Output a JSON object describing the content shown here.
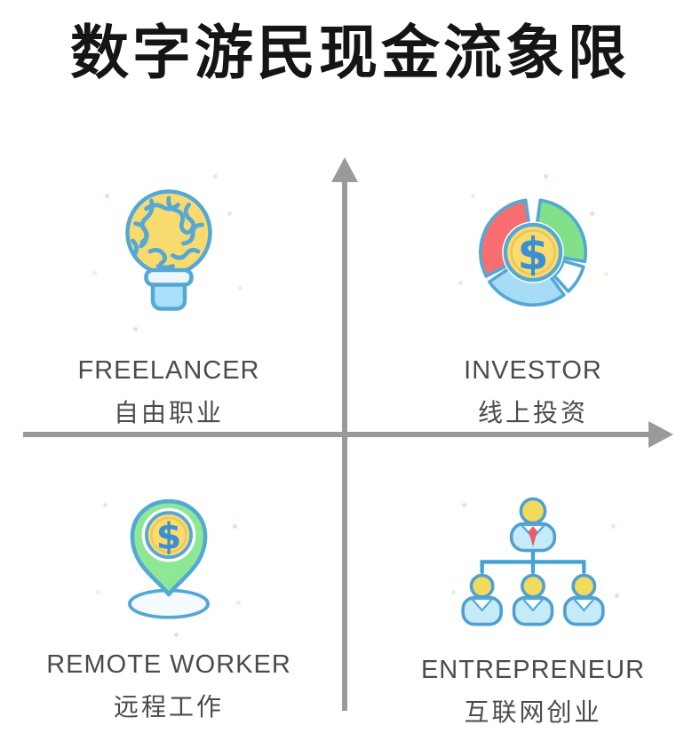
{
  "title": "数字游民现金流象限",
  "axes": {
    "vertical": {
      "direction": "up"
    },
    "horizontal": {
      "direction": "right"
    },
    "color": "#9a9a9a"
  },
  "quadrants": [
    {
      "position": "top-left",
      "icon": "brain-bulb-icon",
      "label_en": "FREELANCER",
      "label_zh": "自由职业"
    },
    {
      "position": "top-right",
      "icon": "pie-chart-dollar-icon",
      "label_en": "INVESTOR",
      "label_zh": "线上投资"
    },
    {
      "position": "bottom-left",
      "icon": "location-pin-dollar-icon",
      "label_en": "REMOTE WORKER",
      "label_zh": "远程工作"
    },
    {
      "position": "bottom-right",
      "icon": "org-chart-people-icon",
      "label_en": "ENTREPRENEUR",
      "label_zh": "互联网创业"
    }
  ],
  "icons": {
    "dollar_sign": "$"
  },
  "colors": {
    "title_text": "#151515",
    "axis_gray": "#9a9a9a",
    "label_text": "#4b4b4b",
    "icon_outline_blue": "#55a8d6",
    "coin_yellow": "#fbdb6c",
    "dollar_blue": "#3b8fd4",
    "pie_red": "#f76e70",
    "pie_green": "#82e08a",
    "pie_blue": "#a6dcf5",
    "pin_green": "#8de795",
    "person_head_yellow": "#f2da5b",
    "person_body_blue": "#c5eaf8",
    "tie_red": "#e85d70"
  }
}
